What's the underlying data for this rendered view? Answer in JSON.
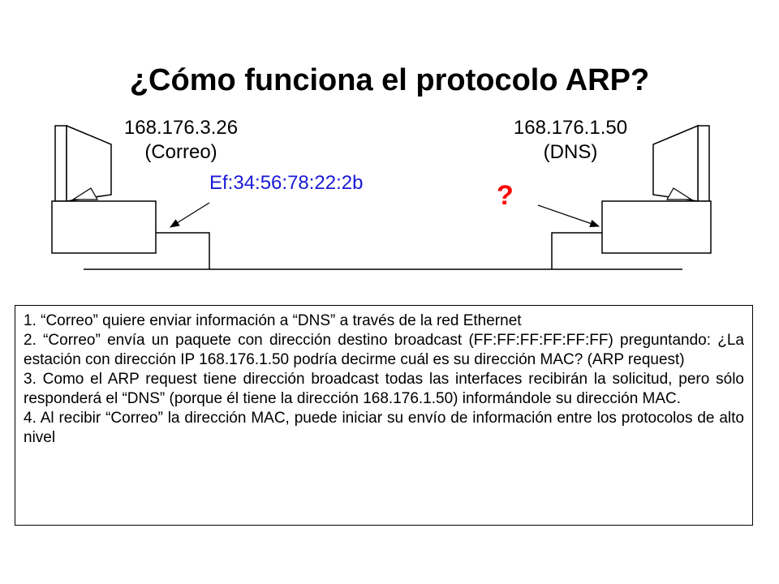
{
  "title": "¿Cómo funciona el protocolo ARP?",
  "hosts": {
    "left": {
      "ip": "168.176.3.26",
      "name": "(Correo)",
      "mac": "Ef:34:56:78:22:2b"
    },
    "right": {
      "ip": "168.176.1.50",
      "name": "(DNS)",
      "mac_unknown": "?"
    }
  },
  "steps": [
    "1. “Correo” quiere enviar información a “DNS” a través de la red Ethernet",
    "2. “Correo” envía un paquete con dirección destino broadcast (FF:FF:FF:FF:FF:FF) preguntando: ¿La estación con dirección IP 168.176.1.50 podría decirme cuál es su dirección MAC? (ARP request)",
    "3. Como el ARP request tiene dirección broadcast todas las interfaces recibirán la solicitud, pero sólo responderá el “DNS” (porque él tiene la dirección 168.176.1.50) informándole su dirección MAC.",
    "4. Al recibir “Correo” la dirección MAC, puede iniciar su envío de información entre los protocolos de alto nivel"
  ],
  "colors": {
    "mac": "#1a1ad6",
    "question": "#ff0000"
  }
}
